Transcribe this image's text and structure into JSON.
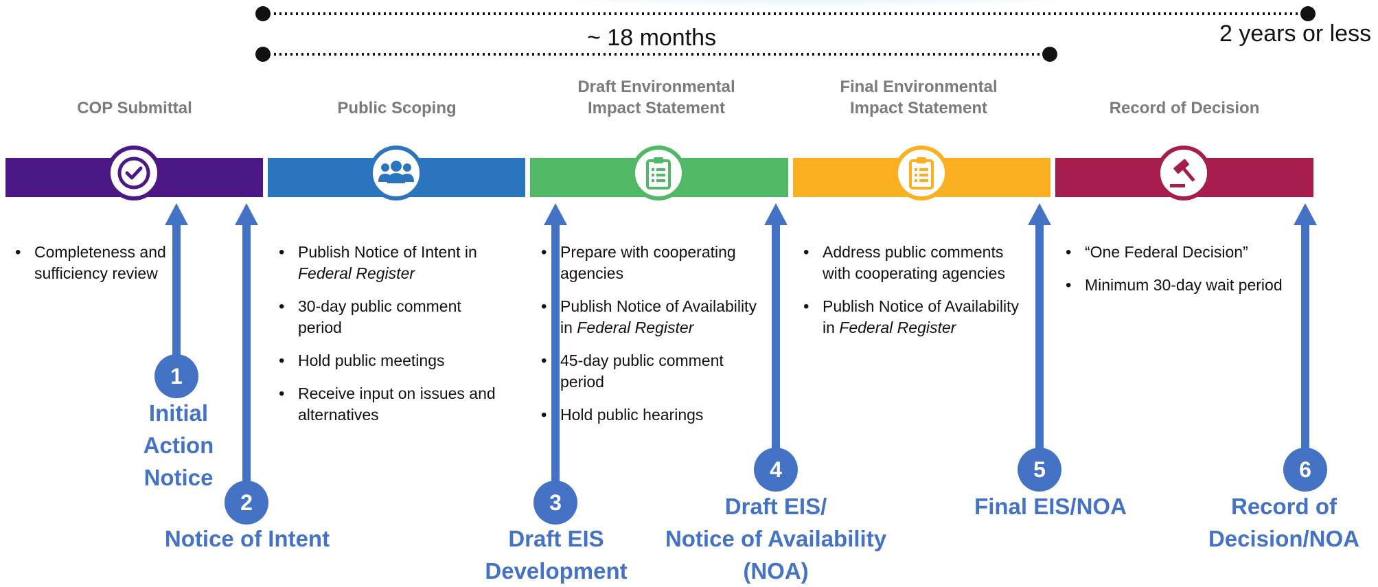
{
  "timeline": {
    "long_label": "2 years or less",
    "short_label": "~ 18 months"
  },
  "stages": [
    {
      "title": "COP Submittal",
      "icon": "check-circle-icon",
      "color": "#4b1885",
      "bullets": [
        "Completeness and sufficiency review"
      ]
    },
    {
      "title": "Public Scoping",
      "icon": "people-group-icon",
      "color": "#2b74be",
      "bullets": [
        "Publish Notice of Intent in",
        "Federal Register",
        "30-day public comment period",
        "Hold public meetings",
        "Receive input on issues and alternatives"
      ]
    },
    {
      "title_line1": "Draft Environmental",
      "title_line2": "Impact Statement",
      "icon": "clipboard-list-icon",
      "color": "#51b866",
      "bullets": [
        "Prepare with cooperating agencies",
        "Publish Notice of Availability",
        "in ",
        "Federal Register",
        "45-day public comment period",
        "Hold public hearings"
      ]
    },
    {
      "title_line1": "Final Environmental",
      "title_line2": "Impact Statement",
      "icon": "clipboard-list-icon",
      "color": "#fbb022",
      "bullets": [
        "Address public comments with cooperating agencies",
        "Publish Notice of Availability",
        "in ",
        "Federal Register"
      ]
    },
    {
      "title": "Record of Decision",
      "icon": "gavel-icon",
      "color": "#a61c4c",
      "bullets": [
        "“One Federal Decision”",
        "Minimum 30-day wait period"
      ]
    }
  ],
  "milestones": [
    {
      "number": "1",
      "line1": "Initial",
      "line2": "Action",
      "line3": "Notice"
    },
    {
      "number": "2",
      "line1": "Notice of Intent"
    },
    {
      "number": "3",
      "line1": "Draft EIS",
      "line2": "Development"
    },
    {
      "number": "4",
      "line1": "Draft EIS/",
      "line2": "Notice of Availability",
      "line3": "(NOA)"
    },
    {
      "number": "5",
      "line1": "Final EIS/NOA"
    },
    {
      "number": "6",
      "line1": "Record of",
      "line2": "Decision/NOA"
    }
  ],
  "colors": {
    "arrow": "#4472c4",
    "title_gray": "#7b7b7b"
  }
}
